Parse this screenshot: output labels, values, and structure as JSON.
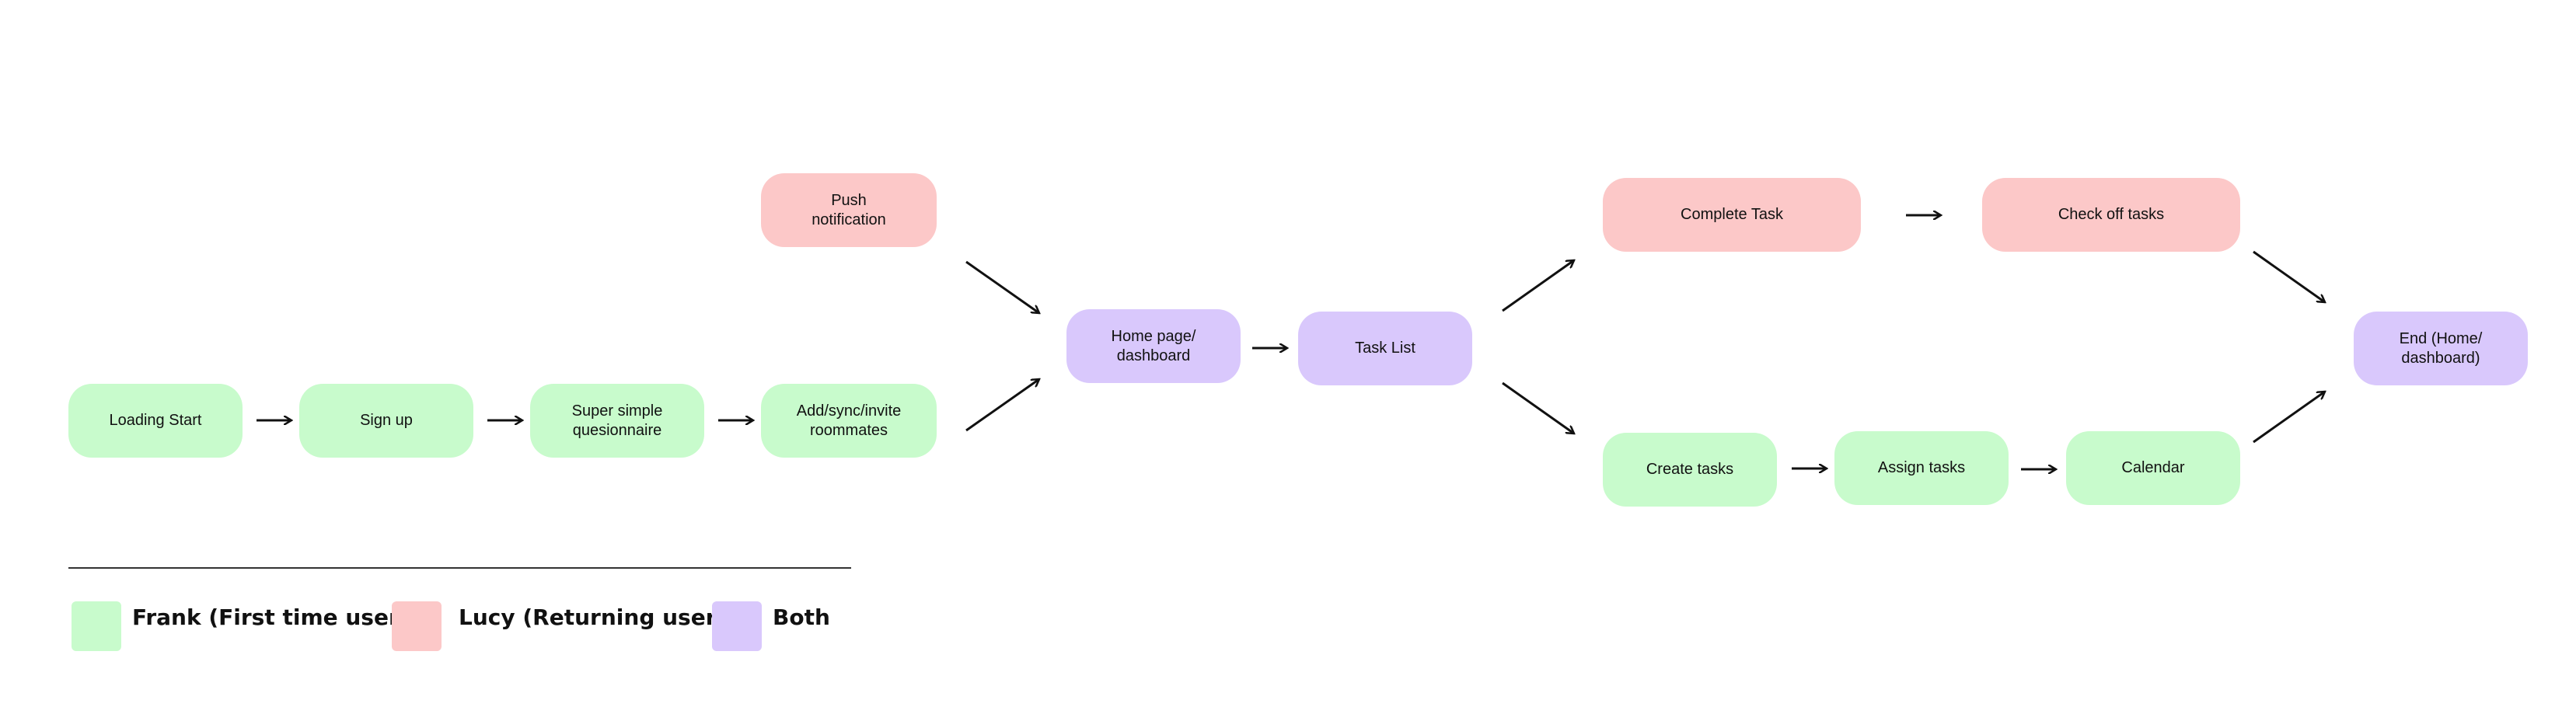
{
  "nodes": {
    "loading_start": "Loading Start",
    "sign_up": "Sign up",
    "questionnaire": "Super simple\nquesionnaire",
    "add_roommates": "Add/sync/invite\nroommates",
    "push_notification": "Push\nnotification",
    "home_dashboard": "Home page/\ndashboard",
    "task_list": "Task List",
    "complete_task": "Complete Task",
    "check_off_tasks": "Check off tasks",
    "create_tasks": "Create tasks",
    "assign_tasks": "Assign tasks",
    "calendar": "Calendar",
    "end": "End (Home/\ndashboard)"
  },
  "legend": {
    "frank": "Frank (First time user)",
    "lucy": "Lucy (Returning user)",
    "both": "Both"
  },
  "colors": {
    "frank": "#c8fbcc",
    "lucy": "#fcc8c8",
    "both": "#d9c8fc",
    "arrow": "#111111"
  }
}
